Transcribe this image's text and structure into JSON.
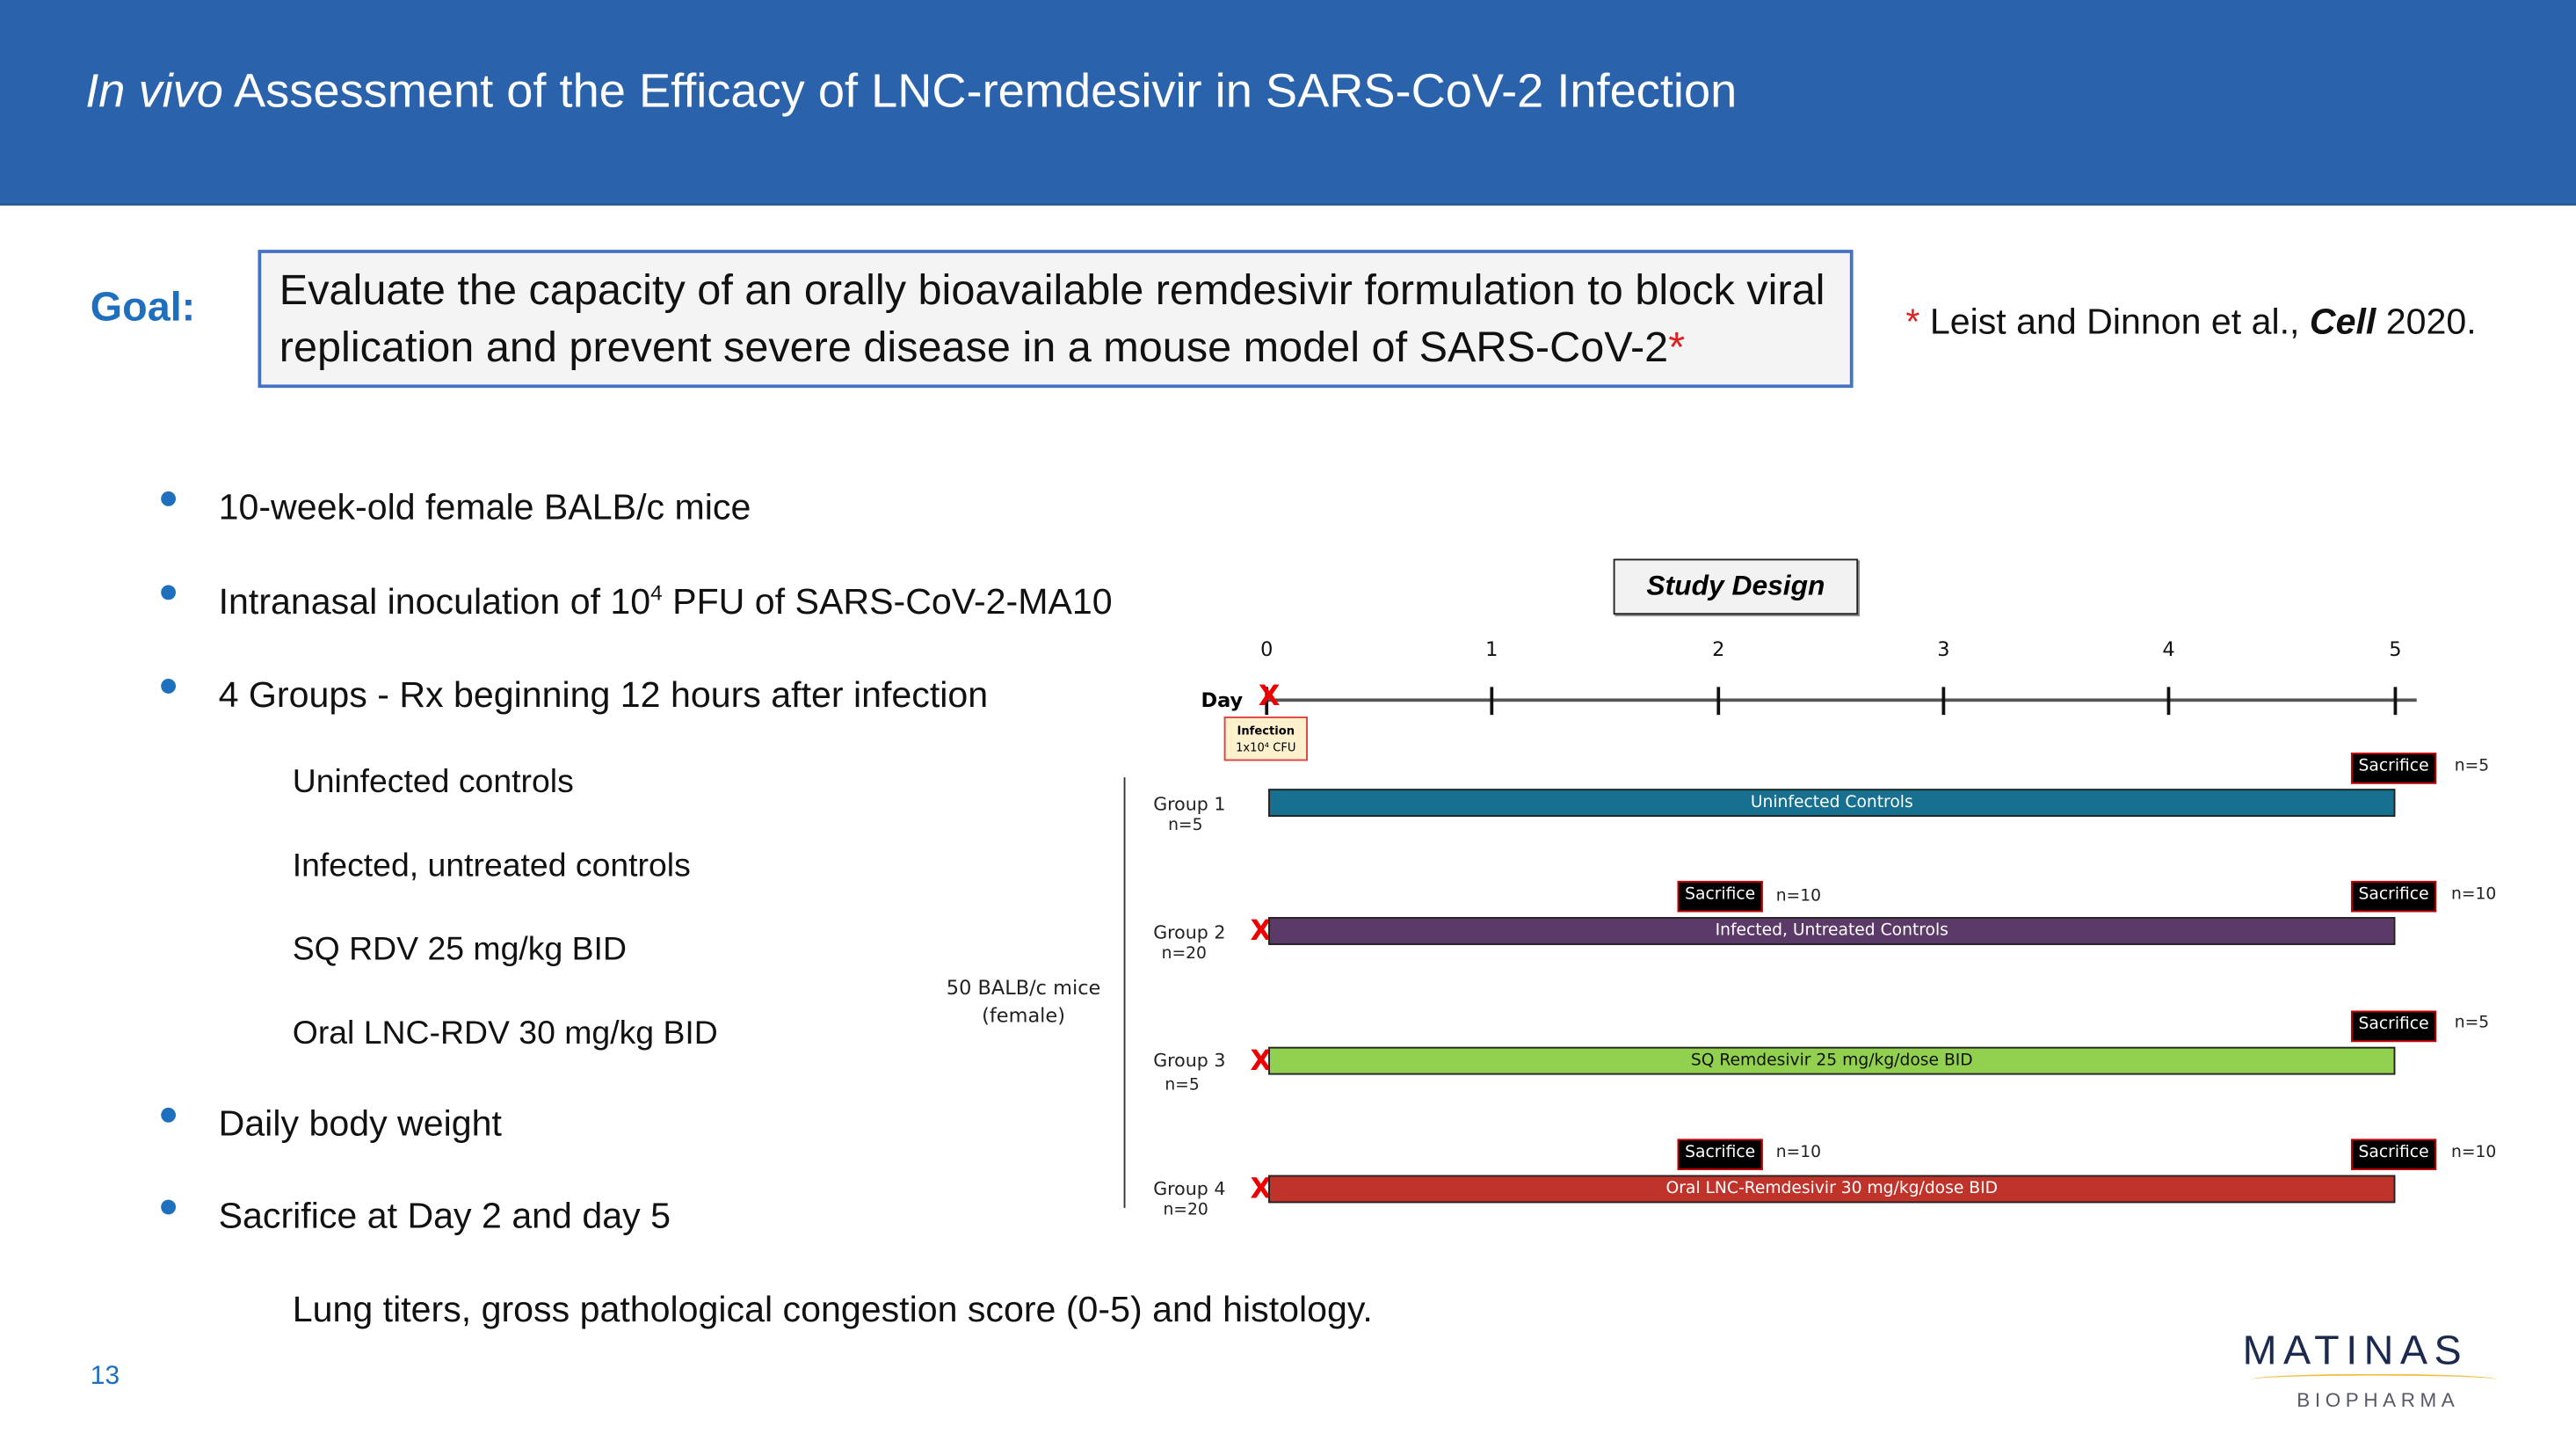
{
  "header": {
    "title_italic": "In vivo",
    "title_rest": " Assessment of the Efficacy of LNC-remdesivir in SARS-CoV-2 Infection"
  },
  "goal": {
    "label": "Goal:",
    "text": "Evaluate the capacity of an orally bioavailable remdesivir formulation to block viral replication and prevent severe disease in a mouse model of SARS-CoV-2",
    "asterisk": "*"
  },
  "citation": {
    "asterisk": "*",
    "authors": " Leist and Dinnon et al., ",
    "journal": "Cell",
    "year": " 2020."
  },
  "bullets": [
    {
      "text": "10-week-old female BALB/c mice"
    },
    {
      "pre": "Intranasal inoculation of 10",
      "sup": "4",
      "post": " PFU of SARS-CoV-2-MA10"
    },
    {
      "text": "4 Groups - Rx beginning 12 hours after infection"
    },
    {
      "text": "Daily body weight"
    },
    {
      "text": "Sacrifice at Day 2 and day 5"
    }
  ],
  "group_items": [
    "Uninfected controls",
    "Infected, untreated controls",
    "SQ RDV 25 mg/kg BID",
    "Oral LNC-RDV 30 mg/kg BID"
  ],
  "endpoints": "Lung titers, gross pathological congestion score (0-5) and histology.",
  "page_number": "13",
  "logo": {
    "main": "MATINAS",
    "sub": "BIOPHARMA"
  },
  "study_design": {
    "title": "Study Design",
    "day_label": "Day",
    "days": [
      "0",
      "1",
      "2",
      "3",
      "4",
      "5"
    ],
    "infection": {
      "line1": "Infection",
      "line2": "1x10⁴ CFU"
    },
    "mice_label": {
      "line1": "50 BALB/c mice",
      "line2": "(female)"
    },
    "marker": "X",
    "sacrifice_label": "Sacrifice",
    "groups": [
      {
        "name": "Group 1",
        "n": "n=5",
        "bar": "Uninfected Controls",
        "color": "#17708f",
        "sac_day5": "n=5"
      },
      {
        "name": "Group 2",
        "n": "n=20",
        "bar": "Infected, Untreated Controls",
        "color": "#5c3a68",
        "sac_day2": "n=10",
        "sac_day5": "n=10"
      },
      {
        "name": "Group 3",
        "n": "n=5",
        "bar": "SQ Remdesivir 25 mg/kg/dose BID",
        "color": "#92d050",
        "sac_day5": "n=5"
      },
      {
        "name": "Group 4",
        "n": "n=20",
        "bar": "Oral LNC-Remdesivir 30 mg/kg/dose BID",
        "color": "#c0332a",
        "sac_day2": "n=10",
        "sac_day5": "n=10"
      }
    ]
  }
}
